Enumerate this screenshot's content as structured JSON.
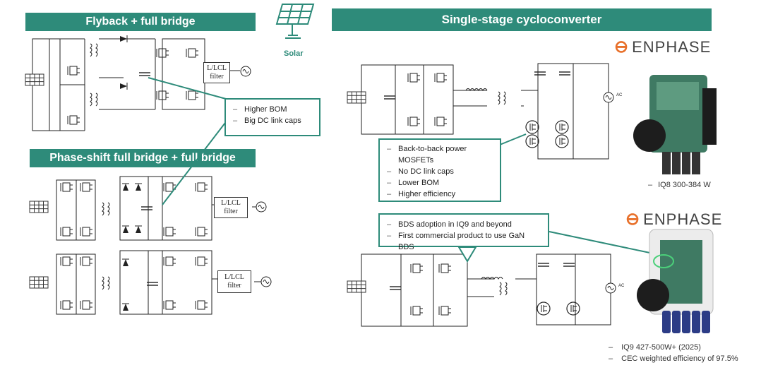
{
  "headers": {
    "flyback": "Flyback + full bridge",
    "phase_shift": "Phase-shift full bridge + full bridge",
    "cyclo": "Single-stage cycloconverter"
  },
  "solar_label": "Solar",
  "filters": [
    "L/LCL filter",
    "L/LCL filter",
    "L/LCL filter"
  ],
  "ac_labels": [
    "AC",
    "AC"
  ],
  "notes": {
    "flyback": [
      "Higher BOM",
      "Big DC link caps"
    ],
    "cyclo": [
      "Back-to-back power MOSFETs",
      "No DC link caps",
      "Lower BOM",
      "Higher efficiency"
    ],
    "bds": [
      "BDS adoption in IQ9 and beyond",
      "First commercial product to use GaN BDS"
    ]
  },
  "logos": [
    "ENPHASE",
    "ENPHASE"
  ],
  "products": {
    "iq8": [
      "IQ8 300-384 W"
    ],
    "iq9": [
      "IQ9 427-500W+ (2025)",
      "CEC weighted efficiency of 97.5%"
    ]
  },
  "colors": {
    "accent": "#2e8b7a",
    "brand": "#e8702a"
  }
}
